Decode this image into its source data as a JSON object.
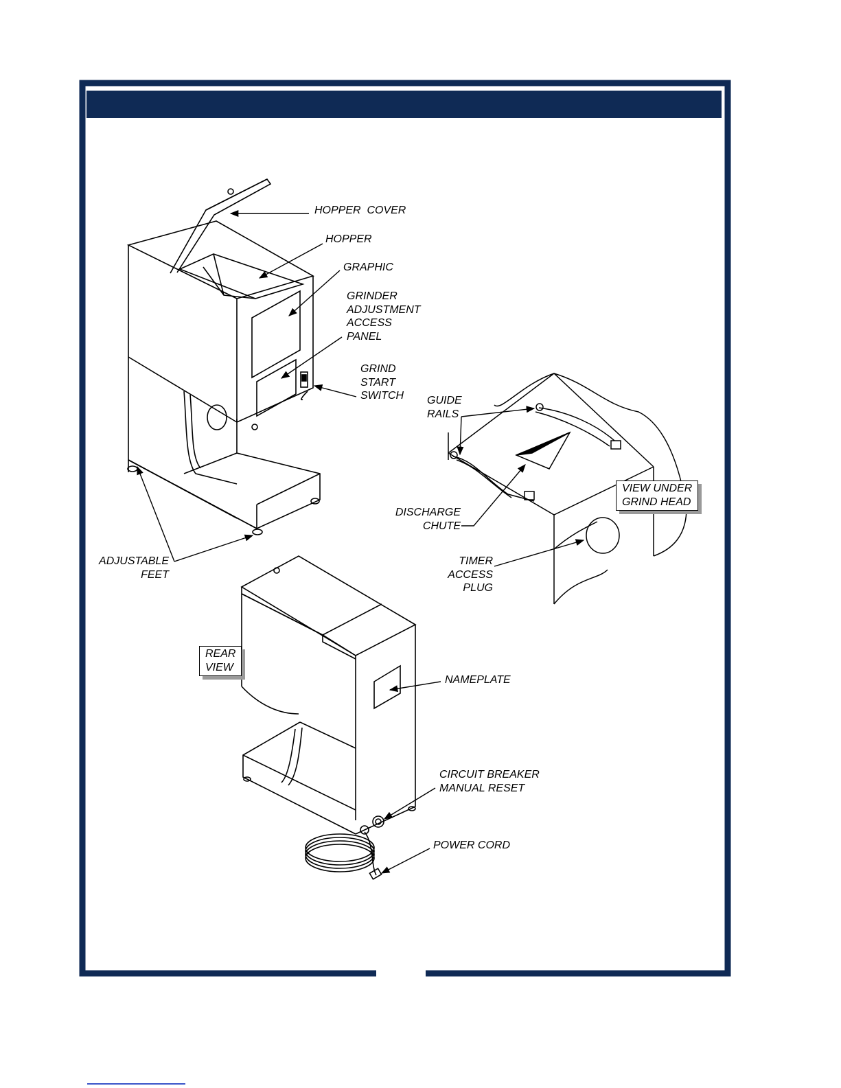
{
  "colors": {
    "frame": "#0f2a55",
    "line": "#000000",
    "shadow": "#9a9a9a",
    "footer_link": "#3a54c9"
  },
  "labels": {
    "hopper_cover": "HOPPER  COVER",
    "hopper": "HOPPER",
    "graphic": "GRAPHIC",
    "grinder_adjustment": "GRINDER\nADJUSTMENT\nACCESS\nPANEL",
    "grind_start_switch": "GRIND\nSTART\nSWITCH",
    "adjustable_feet": "ADJUSTABLE\nFEET",
    "guide_rails": "GUIDE\nRAILS",
    "discharge_chute": "DISCHARGE\nCHUTE",
    "view_under_grind_head": "VIEW UNDER\nGRIND HEAD",
    "timer_access_plug": "TIMER\nACCESS\nPLUG",
    "rear_view": "REAR\nVIEW",
    "nameplate": "NAMEPLATE",
    "circuit_breaker": "CIRCUIT BREAKER\nMANUAL RESET",
    "power_cord": "POWER CORD"
  }
}
